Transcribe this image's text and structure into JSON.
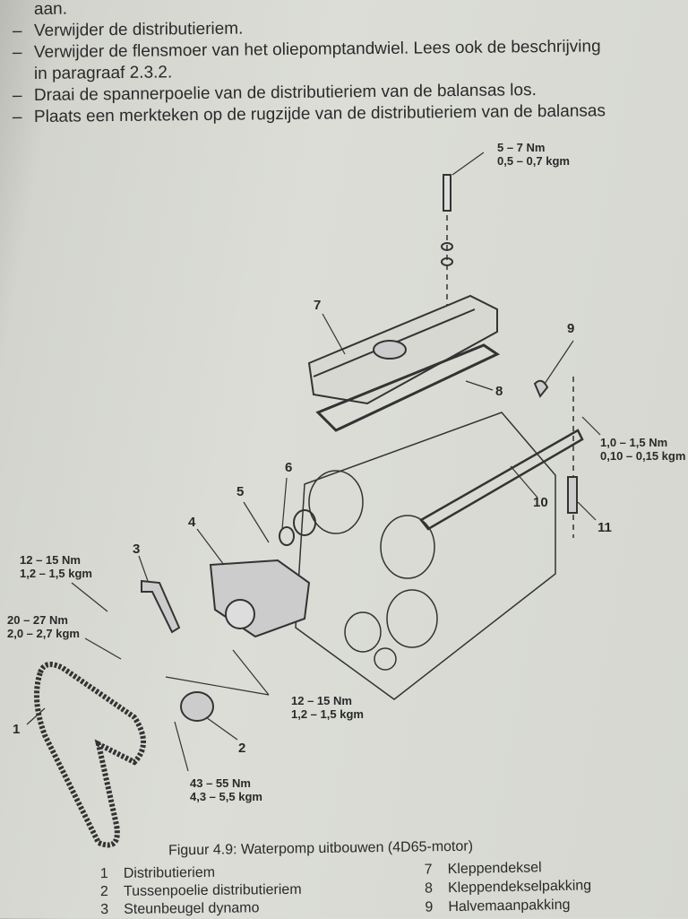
{
  "body_text": {
    "continuation": "aan.",
    "bullets": [
      "Verwijder de distributieriem.",
      "Verwijder de flensmoer van het oliepomptandwiel. Lees ook de beschrijving",
      "in paragraaf 2.3.2.",
      "Draai de spannerpoelie van de distributieriem van de balansas los.",
      "Plaats een merkteken op de rugzijde van de distributieriem van de balansas"
    ],
    "dash": "–"
  },
  "figure": {
    "torques": {
      "t_top": [
        "5 – 7 Nm",
        "0,5 – 0,7 kgm"
      ],
      "t_right": [
        "1,0 – 1,5 Nm",
        "0,10 – 0,15 kgm"
      ],
      "t_left1": [
        "12 – 15 Nm",
        "1,2 – 1,5 kgm"
      ],
      "t_left2": [
        "20 – 27 Nm",
        "2,0 – 2,7 kgm"
      ],
      "t_mid": [
        "12 – 15 Nm",
        "1,2 – 1,5 kgm"
      ],
      "t_bottom": [
        "43 – 55 Nm",
        "4,3 – 5,5 kgm"
      ]
    },
    "callouts": [
      "1",
      "2",
      "3",
      "4",
      "5",
      "6",
      "7",
      "8",
      "9",
      "10",
      "11"
    ],
    "caption": "Figuur 4.9: Waterpomp uitbouwen (4D65-motor)"
  },
  "legend": {
    "left": [
      {
        "n": "1",
        "label": "Distributieriem"
      },
      {
        "n": "2",
        "label": "Tussenpoelie distributieriem"
      },
      {
        "n": "3",
        "label": "Steunbeugel dynamo"
      }
    ],
    "right": [
      {
        "n": "7",
        "label": "Kleppendeksel"
      },
      {
        "n": "8",
        "label": "Kleppendekselpakking"
      },
      {
        "n": "9",
        "label": "Halvemaanpakking"
      }
    ]
  }
}
